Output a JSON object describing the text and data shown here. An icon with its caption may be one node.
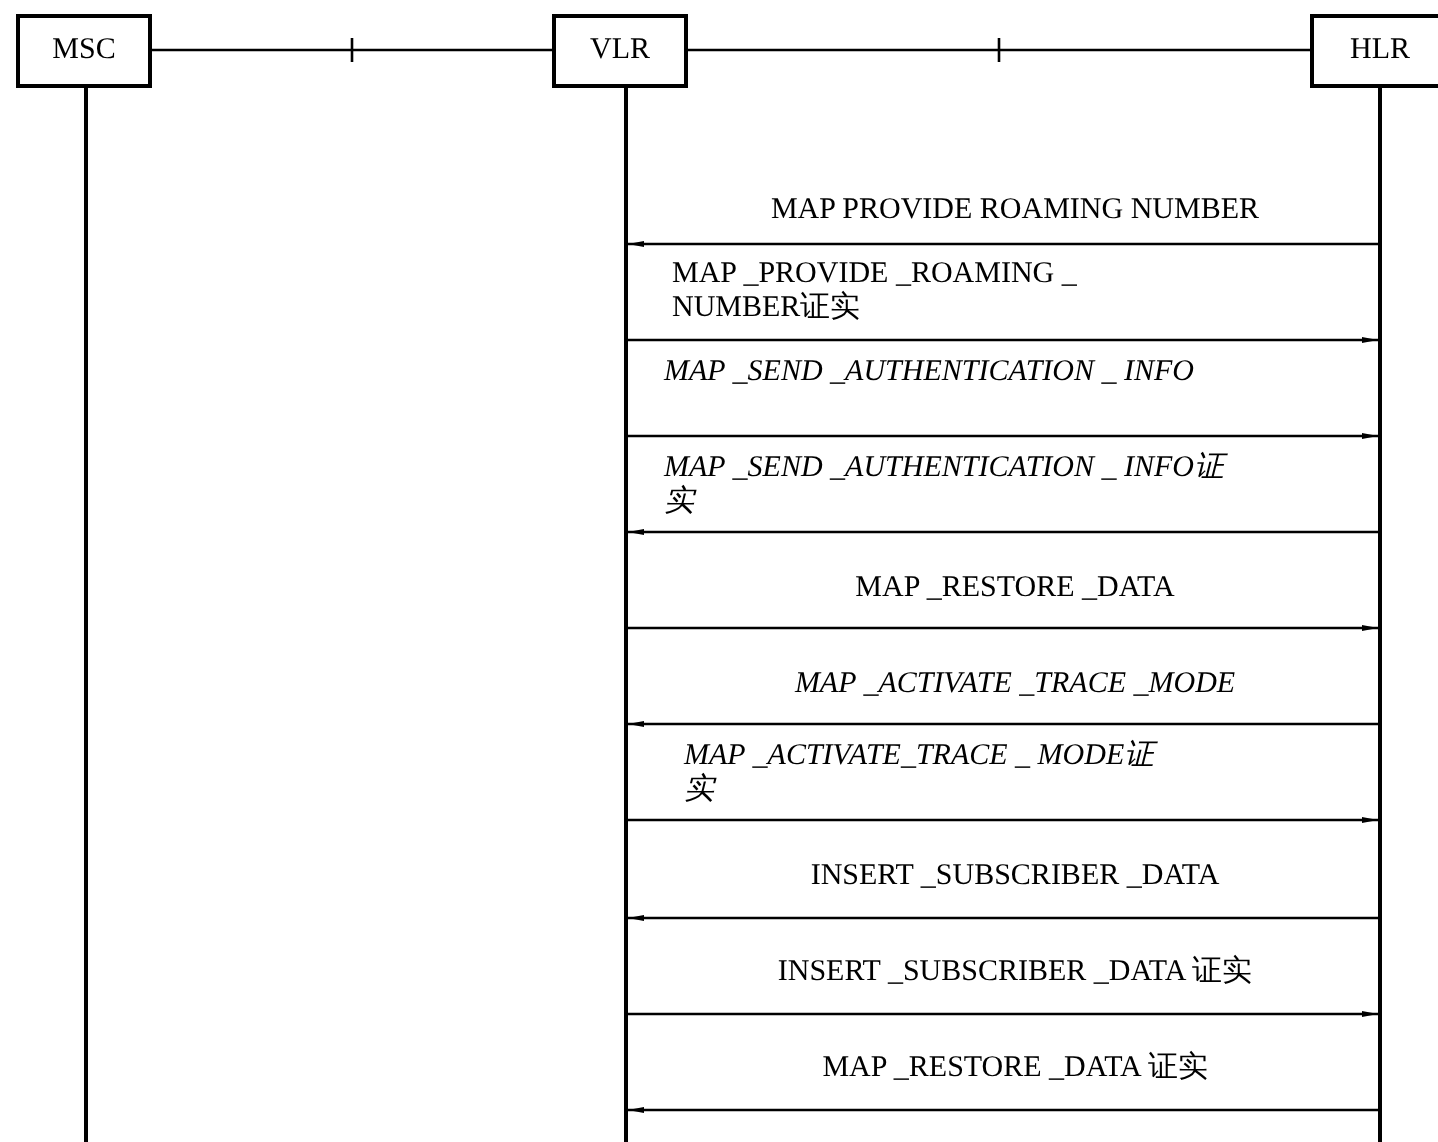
{
  "diagram": {
    "nodes": [
      {
        "text": [
          "MSC"
        ]
      },
      {
        "text": [
          "VLR"
        ]
      },
      {
        "text": [
          "HLR"
        ]
      },
      {
        "text": [],
        "shape": "bar"
      },
      {
        "text": [],
        "shape": "bar"
      },
      {
        "text": [],
        "shape": "bar"
      }
    ],
    "edges": [
      {
        "from": 0,
        "to": 1,
        "arrow": "none"
      },
      {
        "from": 1,
        "to": 2,
        "arrow": "none"
      },
      {
        "from": 5,
        "to": 4,
        "arrow": "to",
        "label": "MAP PROVIDE ROAMING NUMBER"
      },
      {
        "from": 4,
        "to": 5,
        "arrow": "to",
        "label": "MAP _PROVIDE _ROAMING _ NUMBER证实"
      },
      {
        "from": 4,
        "to": 5,
        "arrow": "to",
        "label": "MAP _SEND _AUTHENTICATION _ INFO"
      },
      {
        "from": 5,
        "to": 4,
        "arrow": "to",
        "label": "MAP _SEND _AUTHENTICATION _ INFO证实"
      },
      {
        "from": 4,
        "to": 5,
        "arrow": "to",
        "label": "MAP _RESTORE _DATA"
      },
      {
        "from": 5,
        "to": 4,
        "arrow": "to",
        "label": "MAP _ACTIVATE _TRACE _MODE"
      },
      {
        "from": 4,
        "to": 5,
        "arrow": "to",
        "label": "MAP _ACTIVATE_TRACE _ MODE证实"
      },
      {
        "from": 5,
        "to": 4,
        "arrow": "to",
        "label": "INSERT _SUBSCRIBER _DATA"
      },
      {
        "from": 4,
        "to": 5,
        "arrow": "to",
        "label": "INSERT _SUBSCRIBER _DATA 证实"
      },
      {
        "from": 5,
        "to": 4,
        "arrow": "to",
        "label": "MAP _RESTORE _DATA 证实"
      }
    ]
  }
}
